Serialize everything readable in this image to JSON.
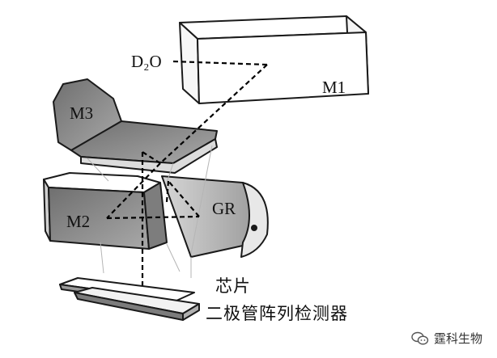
{
  "labels": {
    "d2o": "D₂O",
    "m1": "M1",
    "m3": "M3",
    "m2": "M2",
    "gr": "GR",
    "chip": "芯片",
    "detector": "二极管阵列检测器"
  },
  "watermark": {
    "icon": "wechat-bubble-icon",
    "text": "霆科生物"
  },
  "colors": {
    "outline": "#1a1a1a",
    "shade": "#8a8a8a",
    "light_shade": "#c9c9c9",
    "beam": "#000000"
  }
}
